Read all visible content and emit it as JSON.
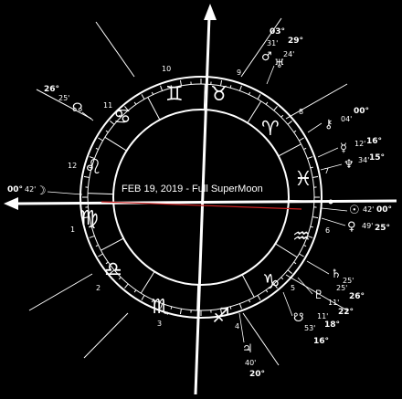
{
  "chart": {
    "title": "FEB 19, 2019 - Full SuperMoon",
    "colors": {
      "background": "#000000",
      "lines": "#ffffff",
      "opposition": "#cc2222"
    }
  },
  "house_numbers": [
    "1",
    "2",
    "3",
    "4",
    "5",
    "6",
    "7",
    "8",
    "9",
    "10",
    "11",
    "12"
  ],
  "zodiac_signs": [
    {
      "name": "gemini",
      "glyph": "♊"
    },
    {
      "name": "taurus",
      "glyph": "♉"
    },
    {
      "name": "aries",
      "glyph": "♈"
    },
    {
      "name": "pisces",
      "glyph": "♓"
    },
    {
      "name": "aquarius",
      "glyph": "♒"
    },
    {
      "name": "capricorn",
      "glyph": "♑"
    },
    {
      "name": "sagittarius",
      "glyph": "♐"
    },
    {
      "name": "scorpio",
      "glyph": "♏"
    },
    {
      "name": "libra",
      "glyph": "♎"
    },
    {
      "name": "virgo",
      "glyph": "♍"
    },
    {
      "name": "leo",
      "glyph": "♌"
    },
    {
      "name": "cancer",
      "glyph": "♋"
    }
  ],
  "positions": {
    "mars": {
      "glyph": "♂",
      "deg": "03°",
      "min": "31'"
    },
    "uranus": {
      "glyph": "♅",
      "deg": "29°",
      "min": "24'"
    },
    "north_node": {
      "glyph": "☊",
      "deg": "26°",
      "min": "25'"
    },
    "chiron": {
      "glyph": "⚷",
      "deg": "00°",
      "min": "04'"
    },
    "mercury": {
      "glyph": "☿",
      "deg": "16°",
      "min": "12'"
    },
    "neptune": {
      "glyph": "♆",
      "deg": "15°",
      "min": "34'"
    },
    "moon": {
      "glyph": "☽",
      "deg": "00°",
      "min": "42'"
    },
    "sun": {
      "glyph": "☉",
      "deg": "00°",
      "min": "42'"
    },
    "venus": {
      "glyph": "♀",
      "deg": "25°",
      "min": "49'"
    },
    "saturn": {
      "glyph": "♄",
      "deg": "26°",
      "min": "25'"
    },
    "pluto": {
      "glyph": "♇",
      "deg": "22°",
      "min": "11'"
    },
    "south_node": {
      "glyph": "☋",
      "deg": "26°",
      "min": "25'"
    },
    "mercury_south": {
      "glyph": "",
      "deg": "18°",
      "min": "11'"
    },
    "jupiter_label_b": {
      "glyph": "",
      "deg": "16°",
      "min": "53'"
    },
    "jupiter": {
      "glyph": "♃",
      "deg": "20°",
      "min": "40'"
    }
  }
}
